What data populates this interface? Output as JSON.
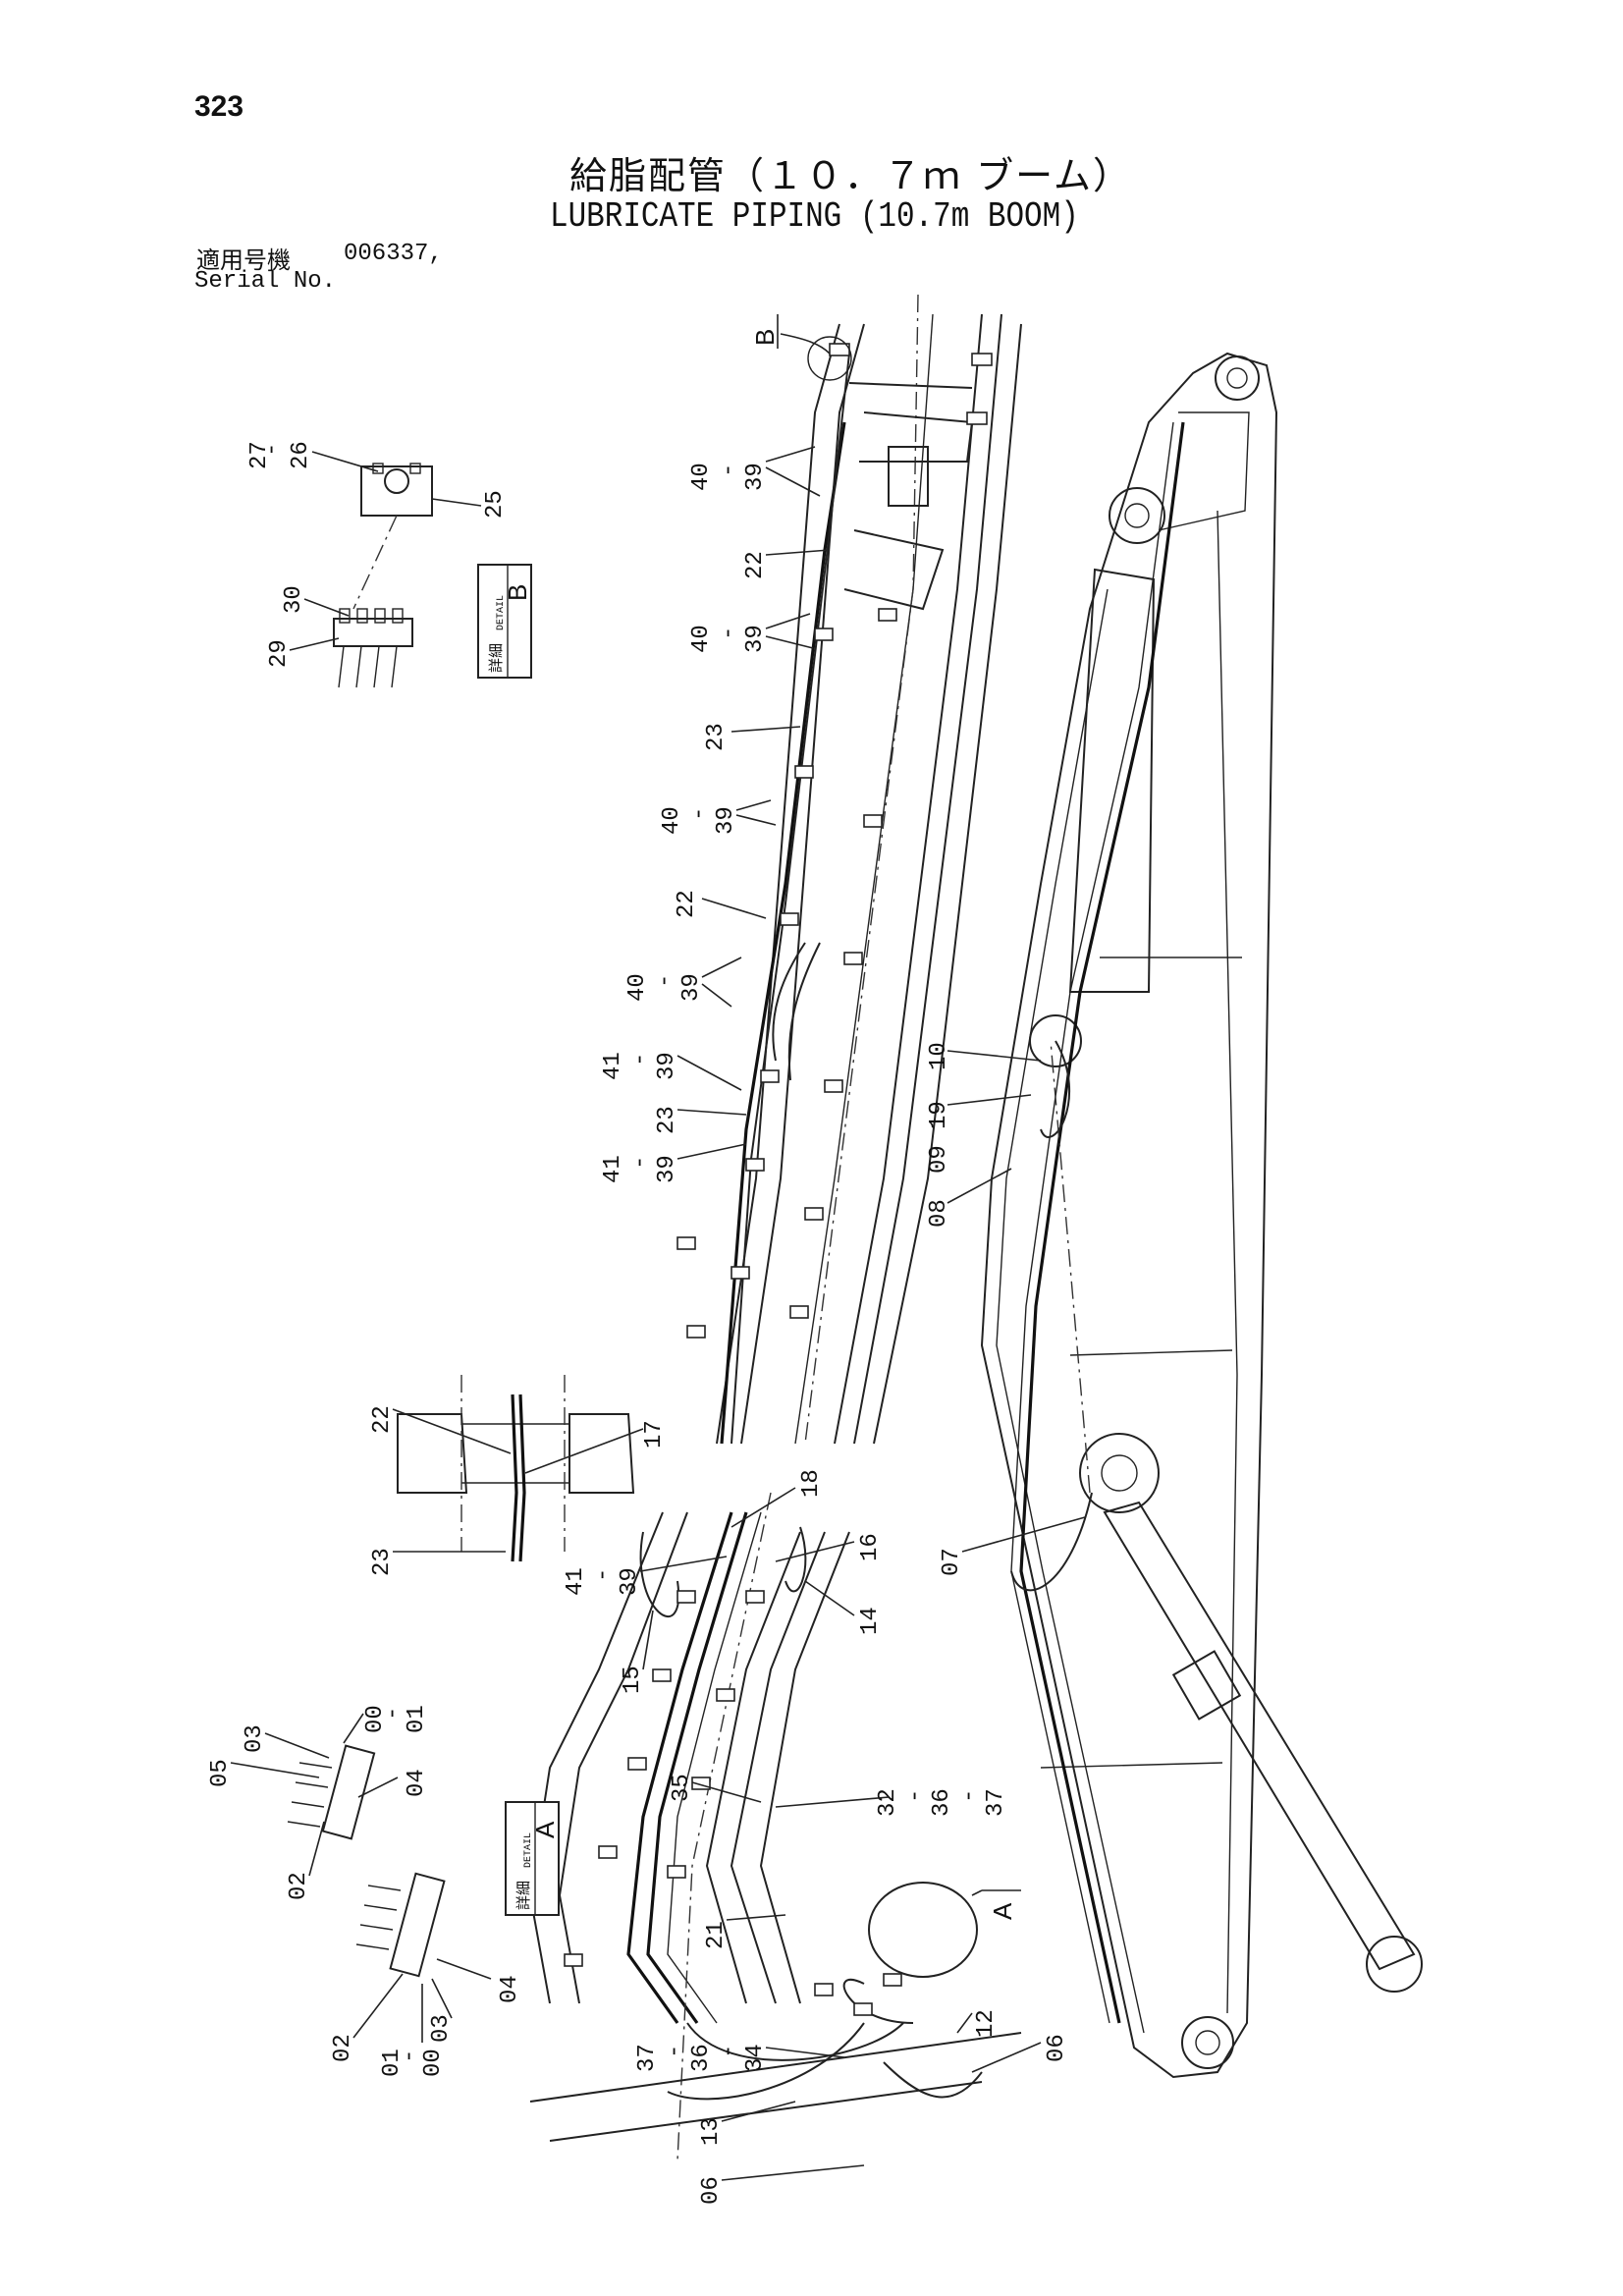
{
  "header": {
    "page_number": "323",
    "title_jp": "給脂配管（１０．７ｍ ブーム）",
    "title_en": "LUBRICATE PIPING (10.7m BOOM)",
    "serial_label_jp": "適用号機",
    "serial_value": "006337,",
    "serial_label_en": "Serial No."
  },
  "details": {
    "A": {
      "letter": "A",
      "jp": "詳細",
      "en": "DETAIL"
    },
    "B": {
      "letter": "B",
      "jp": "詳細",
      "en": "DETAIL"
    }
  },
  "callouts": {
    "p00a": "00",
    "p01a": "01",
    "p02a": "02",
    "p03a": "03",
    "p04a": "04",
    "p05a": "05",
    "p00b": "00",
    "p01b": "01",
    "p02b": "02",
    "p03b": "03",
    "p04b": "04",
    "p06a": "06",
    "p06b": "06",
    "p07": "07",
    "p08": "08",
    "p09": "09",
    "p10": "10",
    "p12": "12",
    "p13": "13",
    "p14": "14",
    "p15": "15",
    "p16": "16",
    "p17": "17",
    "p18": "18",
    "p19": "19",
    "p21": "21",
    "p22a": "22",
    "p22b": "22",
    "p22c": "22",
    "p23a": "23",
    "p23b": "23",
    "p23c": "23",
    "p25": "25",
    "p26": "26",
    "p27": "27",
    "p29": "29",
    "p30": "30",
    "p32": "32",
    "p34": "34",
    "p35": "35",
    "p36a": "36",
    "p36b": "36",
    "p37a": "37",
    "p37b": "37",
    "p39a": "39",
    "p39b": "39",
    "p39c": "39",
    "p39d": "39",
    "p39e": "39",
    "p39f": "39",
    "p39g": "39",
    "p40a": "40",
    "p40b": "40",
    "p40c": "40",
    "p40d": "40",
    "p41a": "41",
    "p41b": "41",
    "p41c": "41",
    "dash": "-"
  }
}
